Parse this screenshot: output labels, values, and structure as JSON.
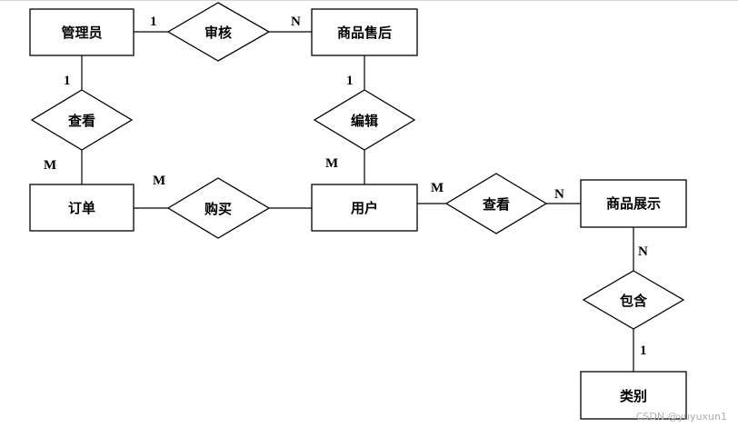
{
  "entities": {
    "admin": "管理员",
    "after_sales": "商品售后",
    "order": "订单",
    "user": "用户",
    "product_display": "商品展示",
    "category": "类别"
  },
  "relationships": {
    "review": "审核",
    "admin_view": "查看",
    "edit": "编辑",
    "purchase": "购买",
    "user_view": "查看",
    "contain": "包含"
  },
  "cardinalities": {
    "review_admin": "1",
    "review_after_sales": "N",
    "admin_view_admin": "1",
    "admin_view_order": "M",
    "edit_after_sales": "1",
    "edit_user": "M",
    "purchase_order": "M",
    "user_view_user": "M",
    "user_view_product": "N",
    "contain_product": "N",
    "contain_category": "1"
  },
  "watermark": "CSDN @yuyuxun1"
}
